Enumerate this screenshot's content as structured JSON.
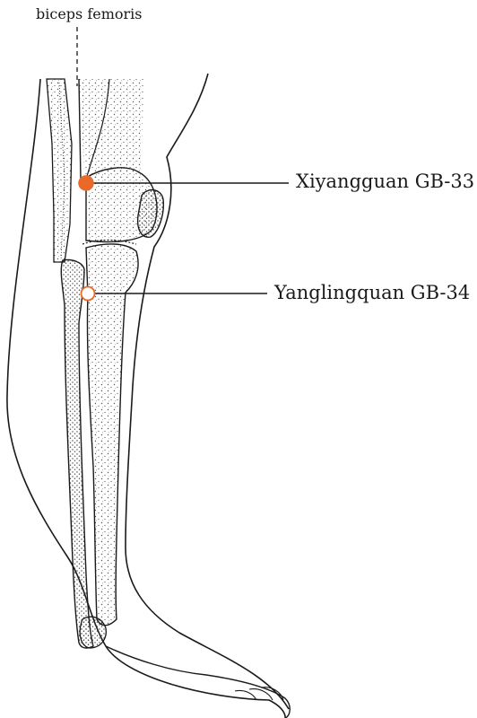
{
  "labels": {
    "biceps": "biceps femoris",
    "gb33": "Xiyangguan GB-33",
    "gb34": "Yanglingquan GB-34"
  },
  "points": {
    "gb33": {
      "style": "filled",
      "color": "#e8692a"
    },
    "gb34": {
      "style": "hollow",
      "color": "#e8692a"
    }
  },
  "colors": {
    "ink": "#1a1a1a",
    "stipple": "#555555",
    "background": "#ffffff"
  }
}
